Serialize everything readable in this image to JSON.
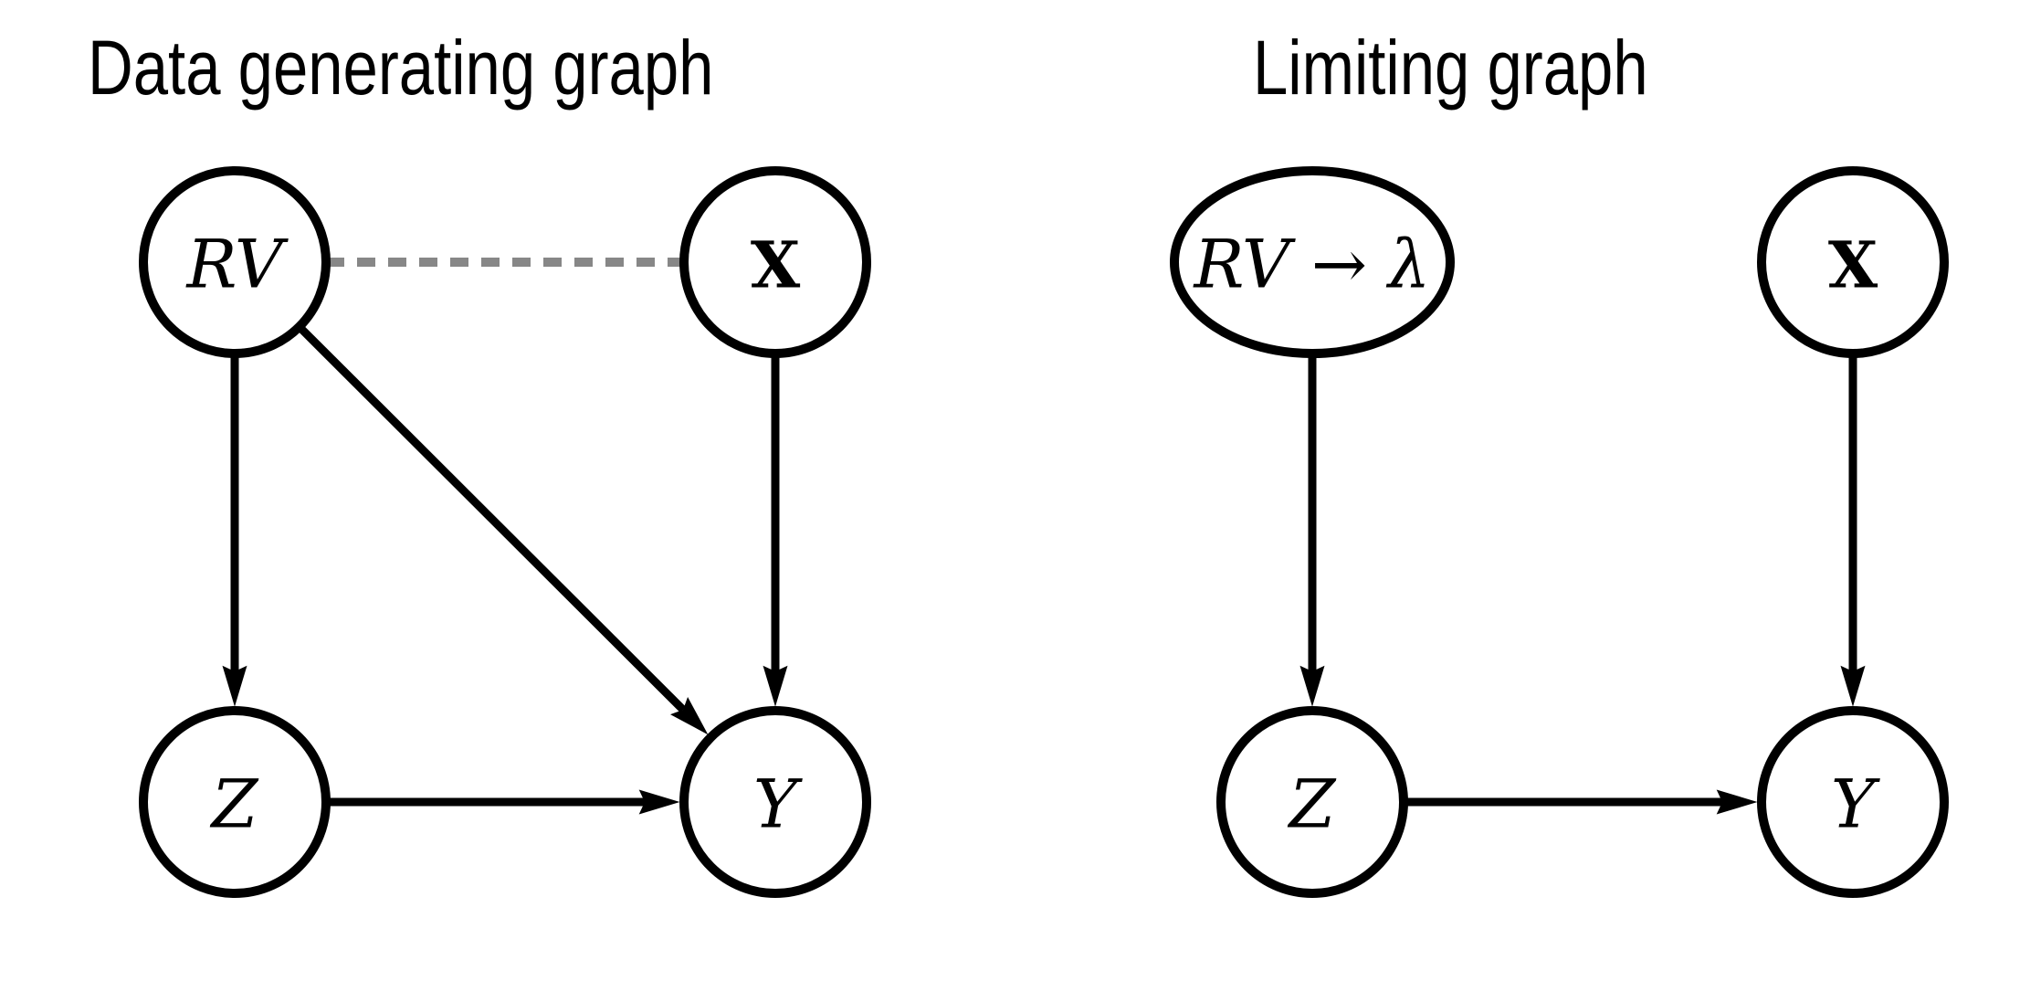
{
  "figure": {
    "background_color": "#ffffff",
    "text_color": "#000000",
    "node_stroke_color": "#000000",
    "edge_color": "#000000",
    "dashed_edge_color": "#878787"
  },
  "left_graph": {
    "title": "Data generating graph",
    "nodes": {
      "rv": {
        "label": "RV",
        "shape": "circle"
      },
      "x": {
        "label": "X",
        "shape": "circle"
      },
      "z": {
        "label": "Z",
        "shape": "circle"
      },
      "y": {
        "label": "Y",
        "shape": "circle"
      }
    },
    "edges": [
      {
        "from": "RV",
        "to": "Z",
        "type": "arrow",
        "style": "solid"
      },
      {
        "from": "RV",
        "to": "Y",
        "type": "arrow",
        "style": "solid"
      },
      {
        "from": "X",
        "to": "Y",
        "type": "arrow",
        "style": "solid"
      },
      {
        "from": "Z",
        "to": "Y",
        "type": "arrow",
        "style": "solid"
      },
      {
        "from": "RV",
        "to": "X",
        "type": "undirected",
        "style": "dashed"
      }
    ]
  },
  "right_graph": {
    "title": "Limiting graph",
    "nodes": {
      "rv_lambda": {
        "label": "RV → λ",
        "shape": "ellipse"
      },
      "x": {
        "label": "X",
        "shape": "circle"
      },
      "z": {
        "label": "Z",
        "shape": "circle"
      },
      "y": {
        "label": "Y",
        "shape": "circle"
      }
    },
    "edges": [
      {
        "from": "RV → λ",
        "to": "Z",
        "type": "arrow",
        "style": "solid"
      },
      {
        "from": "X",
        "to": "Y",
        "type": "arrow",
        "style": "solid"
      },
      {
        "from": "Z",
        "to": "Y",
        "type": "arrow",
        "style": "solid"
      }
    ]
  }
}
